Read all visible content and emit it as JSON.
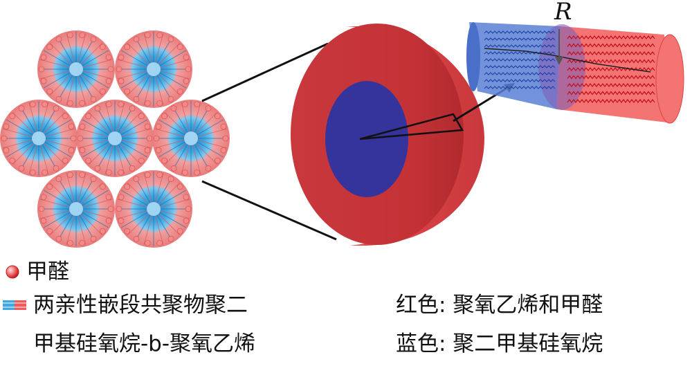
{
  "diagram": {
    "radius_label": "R",
    "legend": {
      "formaldehyde": "甲醛",
      "copolymer_line1": "两亲性嵌段共聚物聚二",
      "copolymer_line2": "甲基硅氧烷-b-聚氧乙烯",
      "red_meaning": "红色: 聚氧乙烯和甲醛",
      "blue_meaning": "蓝色: 聚二甲基硅氧烷"
    },
    "colors": {
      "shell_red": "#c8383c",
      "shell_red_dark": "#a82a2e",
      "core_blue": "#34349c",
      "micelle_red": "#e97c7c",
      "micelle_blue": "#3fa8e0",
      "cyl_blue": "#5b7fd6",
      "cyl_red": "#f25c5c"
    }
  }
}
